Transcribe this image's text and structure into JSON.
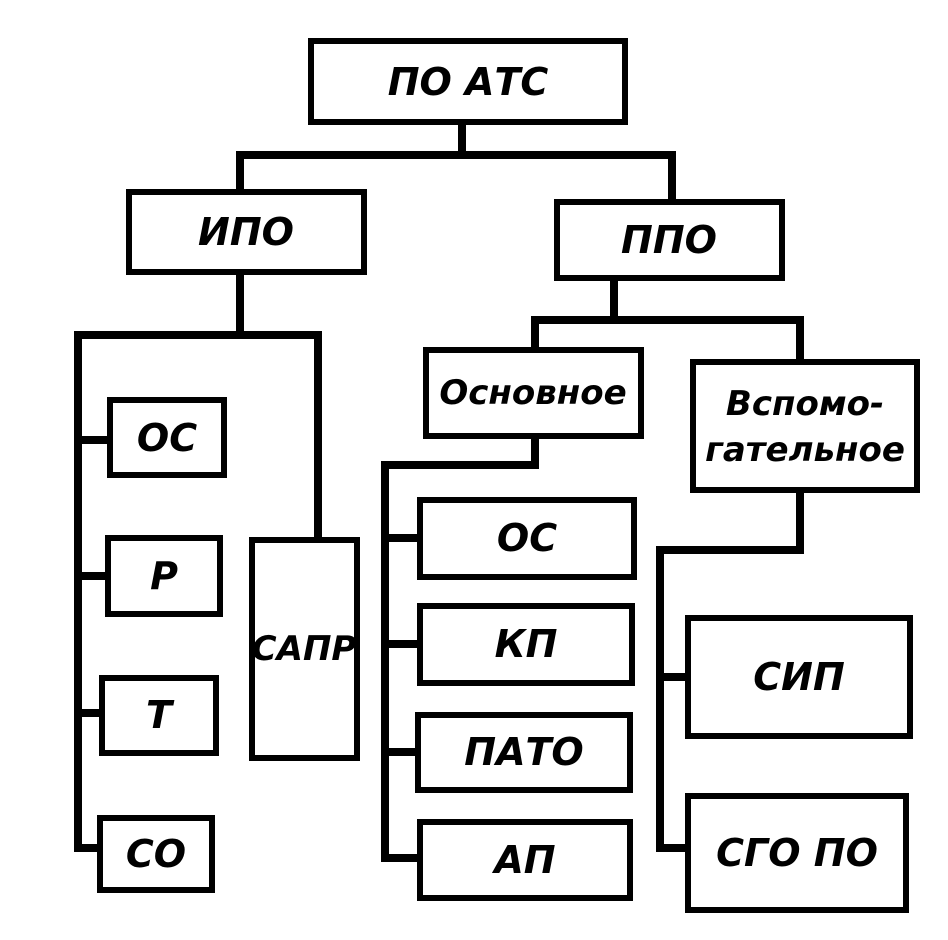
{
  "diagram": {
    "root": "ПО АТС",
    "ipo": {
      "label": "ИПО",
      "os": "ОС",
      "r": "Р",
      "t": "Т",
      "so": "СО",
      "sapr": "САПР"
    },
    "ppo": {
      "label": "ППО",
      "osnovnoe": {
        "label": "Основное",
        "os": "ОС",
        "kp": "КП",
        "pato": "ПАТО",
        "ap": "АП"
      },
      "vspomogatelnoe": {
        "label_line1": "Вспомо-",
        "label_line2": "гательное",
        "sip": "СИП",
        "sgo_po": "СГО ПО"
      }
    }
  }
}
